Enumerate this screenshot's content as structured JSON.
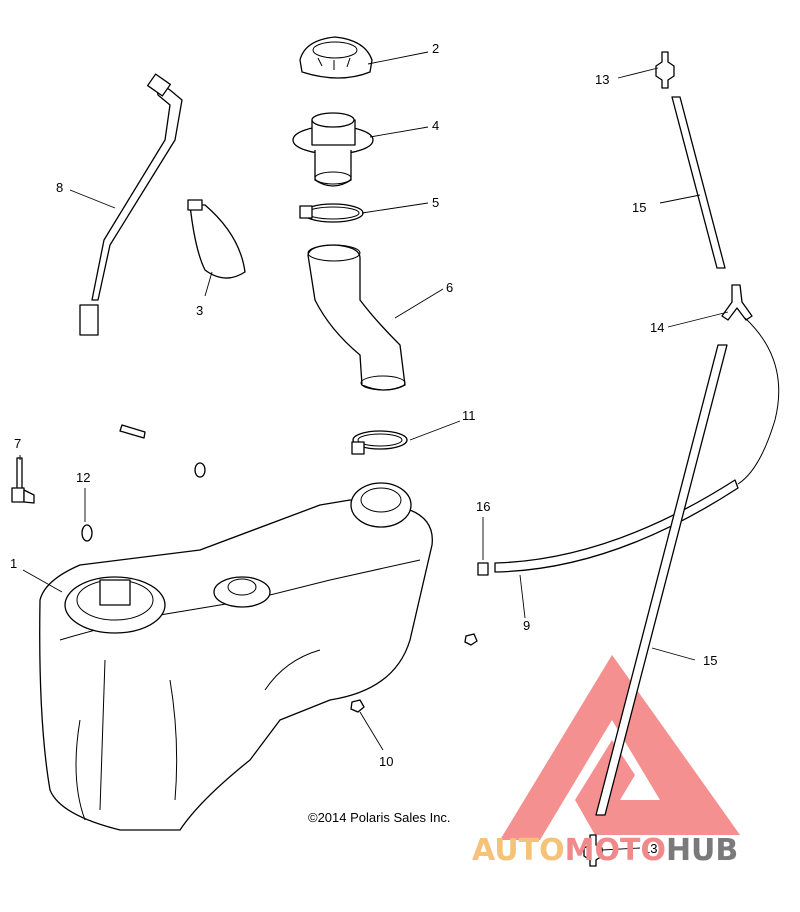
{
  "callouts": [
    {
      "id": "c1",
      "label": "1"
    },
    {
      "id": "c2",
      "label": "2"
    },
    {
      "id": "c3",
      "label": "3"
    },
    {
      "id": "c4",
      "label": "4"
    },
    {
      "id": "c5",
      "label": "5"
    },
    {
      "id": "c6",
      "label": "6"
    },
    {
      "id": "c7",
      "label": "7"
    },
    {
      "id": "c8",
      "label": "8"
    },
    {
      "id": "c9",
      "label": "9"
    },
    {
      "id": "c10",
      "label": "10"
    },
    {
      "id": "c11",
      "label": "11"
    },
    {
      "id": "c12",
      "label": "12"
    },
    {
      "id": "c13a",
      "label": "13"
    },
    {
      "id": "c13b",
      "label": "13"
    },
    {
      "id": "c14",
      "label": "14"
    },
    {
      "id": "c15a",
      "label": "15"
    },
    {
      "id": "c15b",
      "label": "15"
    },
    {
      "id": "c16",
      "label": "16"
    }
  ],
  "copyright": "©2014 Polaris Sales Inc.",
  "watermark": {
    "part1": "AUTO",
    "part2": "MOTO",
    "part3": "HUB",
    "color_auto": "#f5c27a",
    "color_moto": "#f08a8a",
    "color_hub": "#7a7a7a",
    "logo_color": "#f26b6b"
  }
}
